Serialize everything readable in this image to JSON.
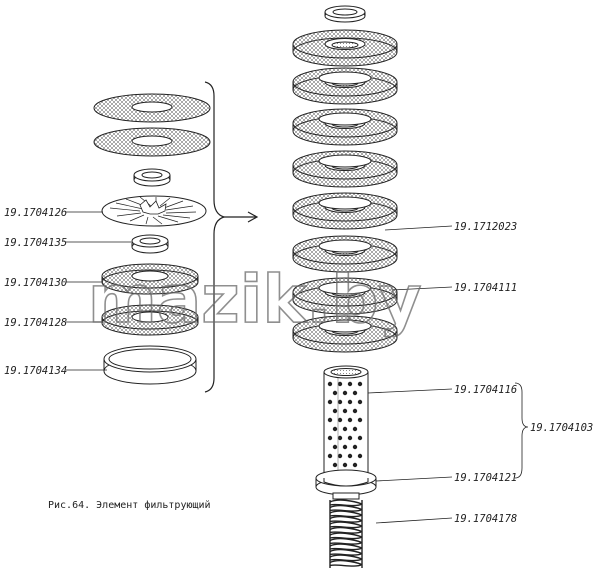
{
  "labels": {
    "l_126": "19.1704126",
    "l_135": "19.1704135",
    "l_130": "19.1704130",
    "l_128": "19.1704128",
    "l_134": "19.1704134",
    "r_023": "19.1712023",
    "r_111": "19.1704111",
    "r_116": "19.1704116",
    "r_103": "19.1704103",
    "r_121": "19.1704121",
    "r_178": "19.1704178"
  },
  "caption": "Рис.64. Элемент фильтрующий",
  "watermark": "mazik.by",
  "colors": {
    "ink": "#222222",
    "hatch": "#555555",
    "paper": "#ffffff",
    "watermark": "#6a6a6a"
  }
}
